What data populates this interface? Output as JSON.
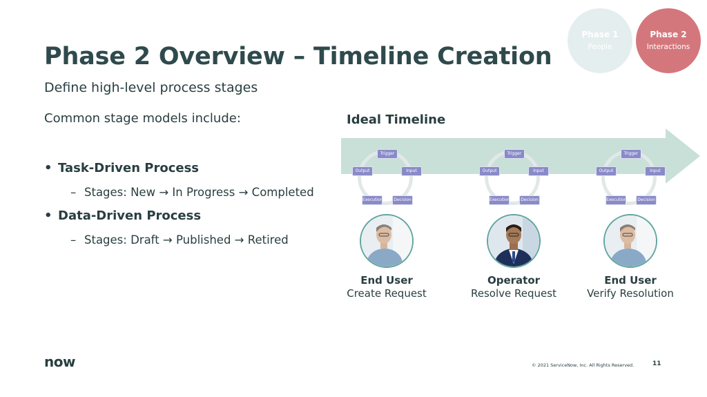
{
  "phases": [
    {
      "title": "Phase 1",
      "subtitle": "People"
    },
    {
      "title": "Phase 2",
      "subtitle": "Interactions"
    }
  ],
  "title": "Phase 2 Overview – Timeline Creation",
  "subtitle": "Define high-level process stages",
  "intro": "Common stage models include:",
  "bullets": [
    {
      "label": "Task-Driven Process",
      "sub": "Stages: New → In Progress → Completed"
    },
    {
      "label": "Data-Driven Process",
      "sub": "Stages: Draft → Published → Retired"
    }
  ],
  "timeline": {
    "title": "Ideal Timeline",
    "cycle_labels": {
      "trigger": "Trigger",
      "output": "Output",
      "input": "Input",
      "execution": "Execution",
      "decision": "Decision"
    },
    "stages": [
      {
        "role": "End User",
        "action": "Create Request"
      },
      {
        "role": "Operator",
        "action": "Resolve Request"
      },
      {
        "role": "End User",
        "action": "Verify Resolution"
      }
    ]
  },
  "footer": {
    "logo": "now",
    "copyright": "© 2021 ServiceNow, Inc. All Rights Reserved.",
    "page_number": "11"
  },
  "colors": {
    "text": "#293e40",
    "arrow": "#c8e0d8",
    "node": "#8a8ac8",
    "phase1": "#e5eeee",
    "phase2": "#d4777d",
    "avatar_border": "#62a59e"
  }
}
